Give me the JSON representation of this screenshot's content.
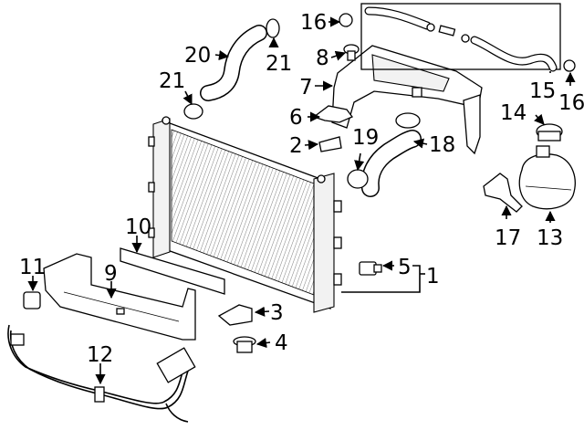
{
  "callouts": [
    {
      "id": "c1",
      "text": "1"
    },
    {
      "id": "c2",
      "text": "2"
    },
    {
      "id": "c3",
      "text": "3"
    },
    {
      "id": "c4",
      "text": "4"
    },
    {
      "id": "c5",
      "text": "5"
    },
    {
      "id": "c6",
      "text": "6"
    },
    {
      "id": "c7",
      "text": "7"
    },
    {
      "id": "c8",
      "text": "8"
    },
    {
      "id": "c9",
      "text": "9"
    },
    {
      "id": "c10",
      "text": "10"
    },
    {
      "id": "c11",
      "text": "11"
    },
    {
      "id": "c12",
      "text": "12"
    },
    {
      "id": "c13",
      "text": "13"
    },
    {
      "id": "c14",
      "text": "14"
    },
    {
      "id": "c15",
      "text": "15"
    },
    {
      "id": "c16a",
      "text": "16"
    },
    {
      "id": "c16b",
      "text": "16"
    },
    {
      "id": "c17",
      "text": "17"
    },
    {
      "id": "c18",
      "text": "18"
    },
    {
      "id": "c19",
      "text": "19"
    },
    {
      "id": "c20",
      "text": "20"
    },
    {
      "id": "c21a",
      "text": "21"
    },
    {
      "id": "c21b",
      "text": "21"
    }
  ]
}
